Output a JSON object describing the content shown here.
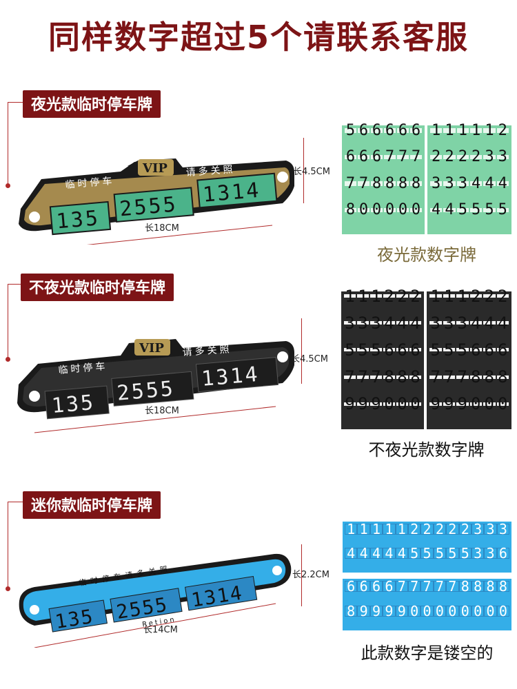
{
  "title": "同样数字超过5个请联系客服",
  "sections": {
    "glow": {
      "header": "夜光款临时停车牌",
      "plate_text": "临时停车",
      "plate_text2": "请多关照",
      "vip": "VIP",
      "numbers": [
        "135",
        "2555",
        "1314"
      ],
      "width_label": "长18CM",
      "height_label": "长4.5CM",
      "caption": "夜光款数字牌",
      "sheet_left": [
        "566666",
        "666777",
        "778888",
        "800000"
      ],
      "sheet_right": [
        "111112",
        "222233",
        "333444",
        "445555"
      ],
      "colors": {
        "sheet": "#7fd3a6",
        "cells": "#e8f7ee",
        "caption": "#7a6a3a"
      }
    },
    "plain": {
      "header": "不夜光款临时停车牌",
      "plate_text": "临时停车",
      "plate_text2": "请多关照",
      "vip": "VIP",
      "numbers": [
        "135",
        "2555",
        "1314"
      ],
      "width_label": "长18CM",
      "height_label": "长4.5CM",
      "caption": "不夜光款数字牌",
      "sheet_left": [
        "111222",
        "333444",
        "555666",
        "777888",
        "999000"
      ],
      "sheet_right": [
        "111222",
        "333444",
        "555666",
        "777888",
        "999000"
      ],
      "colors": {
        "sheet": "#2a2a2a",
        "cells": "#f2f2f2",
        "caption": "#111111"
      }
    },
    "mini": {
      "header": "迷你款临时停车牌",
      "plate_text": "临时停车请多关照",
      "brand": "Retion",
      "numbers": [
        "135",
        "2555",
        "1314"
      ],
      "width_label": "长14CM",
      "height_label": "长2.2CM",
      "caption": "此款数字是镂空的",
      "sheet_top": [
        "1111122222333",
        "4444455555336"
      ],
      "sheet_bottom": [
        "6666777778888",
        "8999900000000"
      ],
      "colors": {
        "sheet": "#34aee8",
        "cells": "#ffffff",
        "caption": "#111111"
      }
    }
  }
}
